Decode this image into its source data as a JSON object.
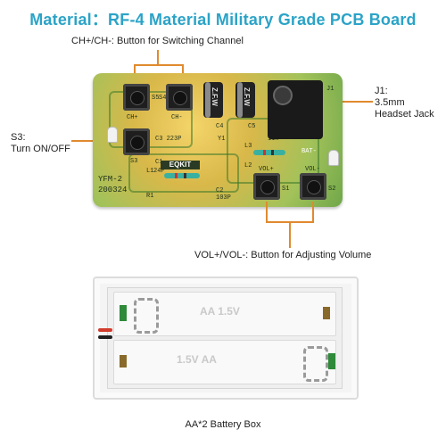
{
  "title": "Material：RF-4 Material Military Grade PCB Board",
  "annotations": {
    "channel": "CH+/CH-: Button for Switching Channel",
    "power_line1": "S3:",
    "power_line2": "Turn ON/OFF",
    "jack_line1": "J1:",
    "jack_line2": "3.5mm",
    "jack_line3": "Headset Jack",
    "volume": "VOL+/VOL-: Button for Adjusting Volume",
    "battery": "AA*2 Battery Box"
  },
  "pcb": {
    "logo": "EQKIT",
    "model": "YFM-2",
    "date": "200324",
    "silk": {
      "s5": "S5",
      "s4": "S4",
      "s3": "S3",
      "s1": "S1",
      "s2": "S2",
      "ch_plus": "CH+",
      "ch_minus": "CH-",
      "c3": "C3 223P",
      "c1": "C1",
      "c1v": "24P",
      "l1": "L1",
      "c2": "C2",
      "c2v": "103P",
      "r1": "R1",
      "y1": "Y1",
      "c4": "C4",
      "c5": "C5",
      "l2": "L2",
      "l3": "L3",
      "v11": "11H",
      "j1": "J1",
      "vol_plus": "VOL+",
      "vol_minus": "VOL-",
      "bat": "BAT-"
    },
    "capacitor_text": "Z.F.W"
  },
  "battery_box": {
    "mold_top": "AA  1.5V",
    "mold_bottom": "1.5V  AA"
  },
  "colors": {
    "title": "#2ba3c7",
    "leader": "#e08a2e"
  }
}
